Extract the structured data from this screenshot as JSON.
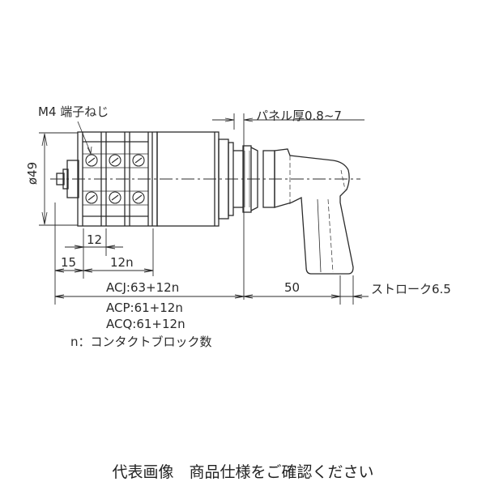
{
  "diagram": {
    "type": "technical-dimension-drawing",
    "subject": "cam switch with pistol-grip handle",
    "labels": {
      "terminal_screw": "M4 端子ねじ",
      "panel_thickness": "パネル厚0.8~7",
      "diameter": "ø49",
      "dim_12": "12",
      "dim_15": "15",
      "dim_12n": "12n",
      "acj": "ACJ:63+12n",
      "acp": "ACP:61+12n",
      "acq": "ACQ:61+12n",
      "n_note": "n：コンタクトブロック数",
      "dim_50": "50",
      "stroke": "ストローク6.5"
    },
    "colors": {
      "line": "#2b2b2b",
      "text": "#2a2a2a",
      "background": "#ffffff"
    }
  },
  "caption": "代表画像　商品仕様をご確認ください"
}
